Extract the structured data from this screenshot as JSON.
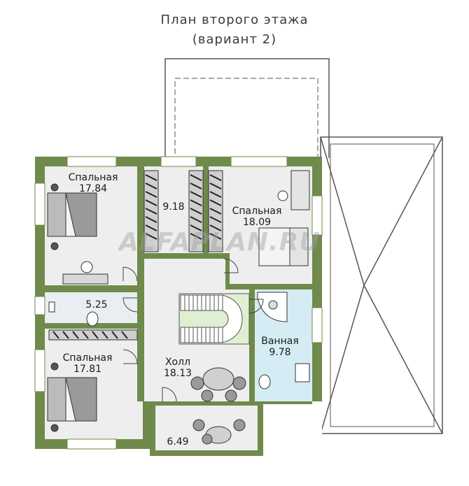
{
  "title": {
    "line1": "План второго этажа",
    "line2": "(вариант 2)"
  },
  "watermark": "ALFAPLAN.RU",
  "rooms": {
    "bedroom1": {
      "name": "Спальная",
      "area": "17.84"
    },
    "closet1": {
      "area": "9.18"
    },
    "bedroom2": {
      "name": "Спальная",
      "area": "18.09"
    },
    "wc": {
      "area": "5.25"
    },
    "bathroom": {
      "name": "Ванная",
      "area": "9.78"
    },
    "bedroom3": {
      "name": "Спальная",
      "area": "17.81"
    },
    "hall": {
      "name": "Холл",
      "area": "18.13"
    },
    "balcony": {
      "area": "6.49"
    }
  },
  "colors": {
    "wall": "#6f8a4a",
    "wall_dark": "#4e6632",
    "floor": "#eeeeee",
    "bathroom_floor": "#d6ecf4",
    "stair_floor": "#dff0d2",
    "roof_line": "#555555"
  }
}
